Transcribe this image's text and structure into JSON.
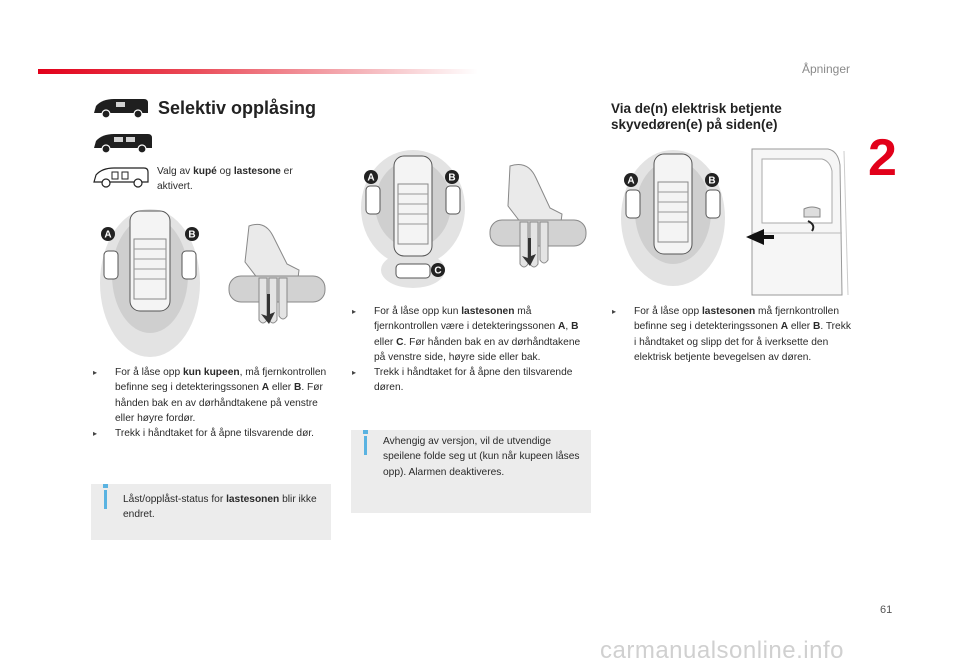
{
  "header": {
    "section_name": "Åpninger",
    "chapter_number": "2",
    "page_number": "61",
    "accent_color": "#e2001a"
  },
  "watermark": "carmanualsonline.info",
  "left": {
    "title": "Selektiv opplåsing",
    "option_text": {
      "t1": "Valg av ",
      "b1": "kupé",
      "t2": " og ",
      "b2": "lastesone",
      "t3": " er aktivert."
    },
    "zones": [
      "A",
      "B"
    ],
    "bullet1": {
      "t1": "For å låse opp ",
      "b1": "kun kupeen",
      "t2": ", må fjernkontrollen befinne seg i detekteringssonen ",
      "b2": "A",
      "t3": " eller ",
      "b3": "B",
      "t4": ". Før hånden bak en av dørhåndtakene på venstre eller høyre fordør."
    },
    "bullet2": "Trekk i håndtaket for å åpne tilsvarende dør.",
    "info": {
      "t1": "Låst/opplåst-status for ",
      "b1": "lastesonen",
      "t2": " blir ikke endret."
    }
  },
  "middle": {
    "zones": [
      "A",
      "B",
      "C"
    ],
    "bullet1": {
      "t1": "For å låse opp kun ",
      "b1": "lastesonen",
      "t2": " må fjernkontrollen være i detekteringssonen ",
      "b2": "A",
      "t3": ", ",
      "b3": "B",
      "t4": " eller ",
      "b4": "C",
      "t5": ". Før hånden bak en av dørhåndtakene på venstre side, høyre side eller bak."
    },
    "bullet2": "Trekk i håndtaket for å åpne den tilsvarende døren.",
    "info": "Avhengig av versjon, vil de utvendige speilene folde seg ut (kun når kupeen låses opp). Alarmen deaktiveres."
  },
  "right": {
    "title": "Via de(n) elektrisk betjente skyvedøren(e) på siden(e)",
    "zones": [
      "A",
      "B"
    ],
    "bullet1": {
      "t1": "For å låse opp ",
      "b1": "lastesonen",
      "t2": " må fjernkontrollen befinne seg i detekteringssonen ",
      "b2": "A",
      "t3": " eller ",
      "b3": "B",
      "t4": ". Trekk i håndtaket og slipp det for å iverksette den elektrisk betjente bevegelsen av døren."
    }
  },
  "icons": {
    "bullet": "bullet-arrow-icon",
    "info": "info-icon",
    "van": "van-silhouette-icon",
    "hand": "hand-pulling-handle-icon",
    "zone_marker": "zone-marker-icon"
  }
}
